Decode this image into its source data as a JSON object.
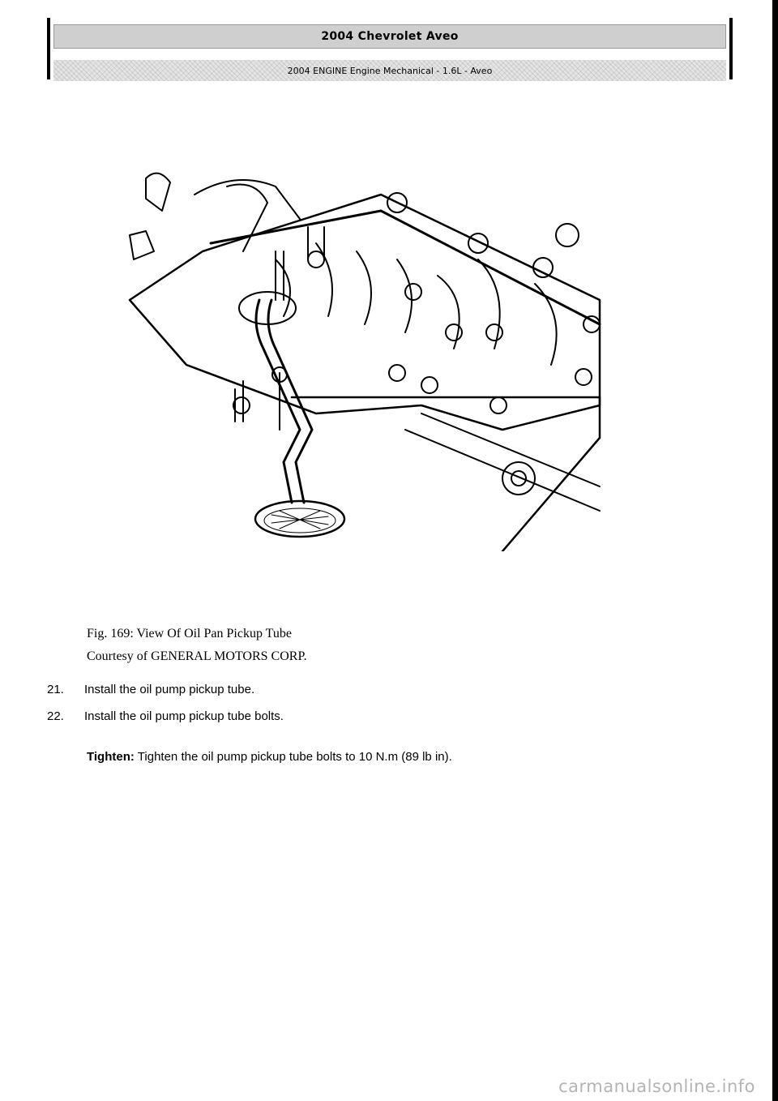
{
  "header": {
    "title": "2004 Chevrolet Aveo",
    "subtitle": "2004 ENGINE Engine Mechanical - 1.6L - Aveo"
  },
  "figure": {
    "caption_line1": "Fig. 169: View Of Oil Pan Pickup Tube",
    "caption_line2": "Courtesy of GENERAL MOTORS CORP."
  },
  "steps": [
    {
      "num": "21.",
      "text": "Install the oil pump pickup tube."
    },
    {
      "num": "22.",
      "text": "Install the oil pump pickup tube bolts."
    }
  ],
  "torque": {
    "label": "Tighten:",
    "text": "Tighten the oil pump pickup tube bolts to 10 N.m (89 lb in)."
  },
  "watermark": "carmanualsonline.info"
}
